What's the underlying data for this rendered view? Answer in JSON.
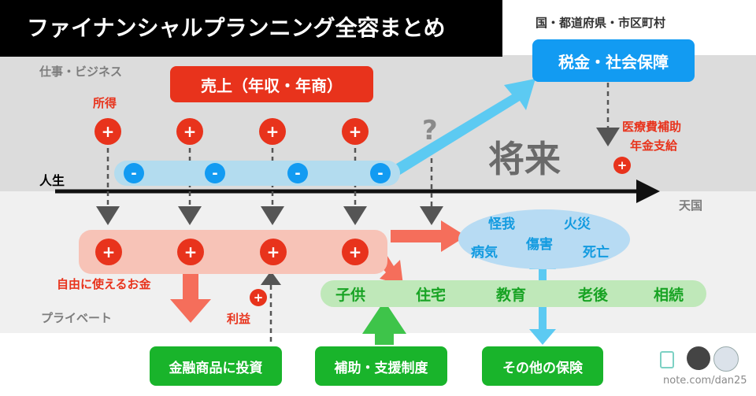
{
  "title": "ファイナンシャルプランニング全容まとめ",
  "top_right_label": "国・都道府県・市区町村",
  "work_label": "仕事・ビジネス",
  "private_label": "プライベート",
  "heaven_label": "天国",
  "life_label": "人生",
  "income_label": "所得",
  "free_money_label": "自由に使えるお金",
  "profit_label": "利益",
  "future_label": "将来",
  "question_mark": "?",
  "social_support": [
    "医療費補助",
    "年金支給"
  ],
  "boxes": {
    "sales": "売上（年収・年商）",
    "tax": "税金・社会保障",
    "investment": "金融商品に投資",
    "support": "補助・支援制度",
    "insurance": "その他の保険"
  },
  "life_events": [
    "子供",
    "住宅",
    "教育",
    "老後",
    "相続"
  ],
  "risks": [
    "怪我",
    "火災",
    "病気",
    "傷害",
    "死亡"
  ],
  "plus_symbol": "+",
  "minus_symbol": "-",
  "credit": "note.com/dan25",
  "colors": {
    "red": "#e8331c",
    "blue": "#129bf2",
    "green": "#19b42b",
    "band_top": "#dcdcdc",
    "band_bottom": "#f0f0f0"
  }
}
